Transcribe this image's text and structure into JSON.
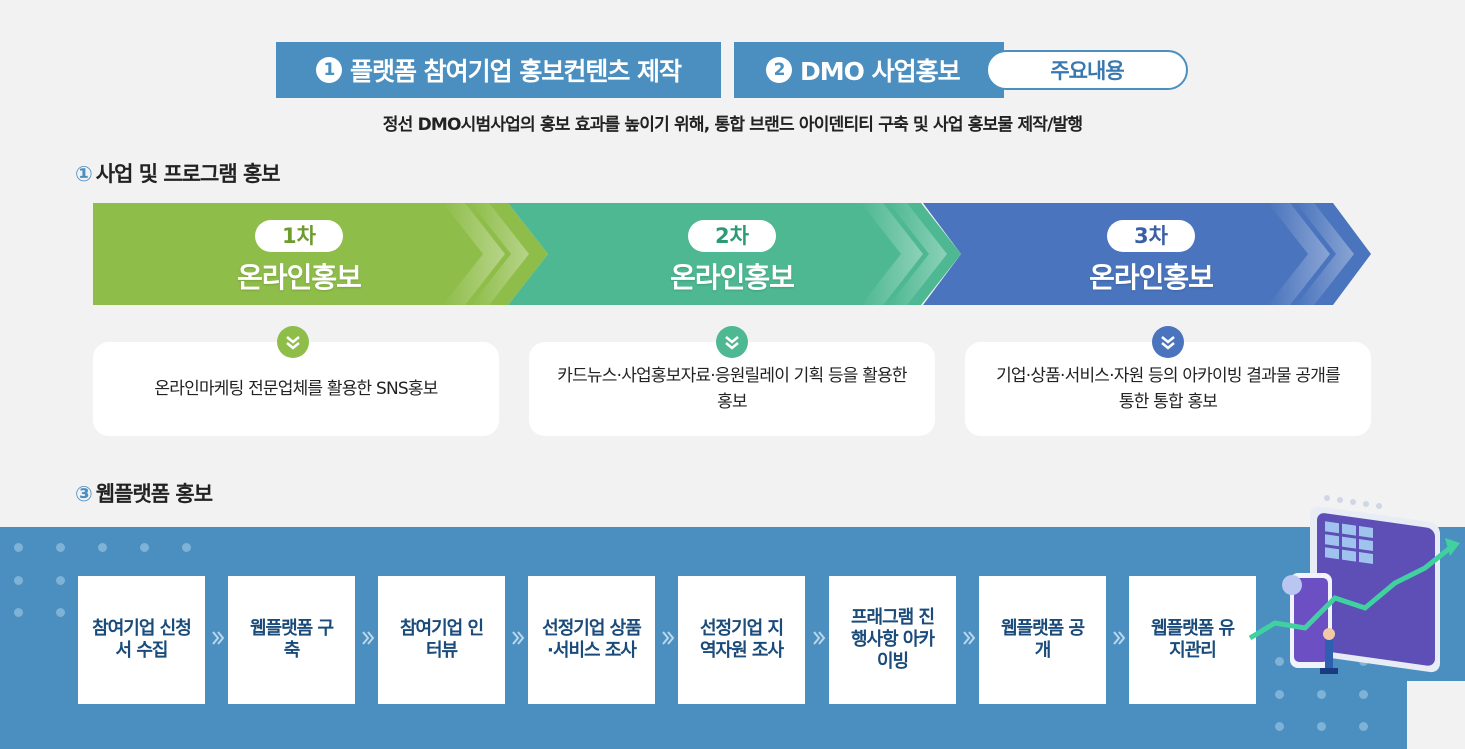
{
  "tabs": [
    {
      "num": "1",
      "label": "플랫폼 참여기업 홍보컨텐츠 제작"
    },
    {
      "num": "2",
      "label": "DMO 사업홍보"
    }
  ],
  "main_pill": "주요내용",
  "description": "정선 DMO시범사업의 홍보 효과를 높이기 위해, 통합 브랜드 아이덴티티 구축 및 사업 홍보물 제작/발행",
  "section1": {
    "num": "①",
    "title": "사업 및 프로그램 홍보"
  },
  "stages": [
    {
      "badge": "1차",
      "title": "온라인홍보",
      "color": "#8fbd4a",
      "desc": "온라인마케팅 전문업체를 활용한 SNS홍보"
    },
    {
      "badge": "2차",
      "title": "온라인홍보",
      "color": "#4eb893",
      "desc": "카드뉴스·사업홍보자료·응원릴레이 기획 등을 활용한 홍보"
    },
    {
      "badge": "3차",
      "title": "온라인홍보",
      "color": "#4a74bd",
      "desc": "기업·상품·서비스·자원 등의 아카이빙 결과물 공개를 통한 통합 홍보"
    }
  ],
  "section3": {
    "num": "③",
    "title": "웹플랫폼 홍보"
  },
  "process": [
    "참여기업 신청서 수집",
    "웹플랫폼 구축",
    "참여기업 인터뷰",
    "선정기업 상품·서비스 조사",
    "선정기업 지역자원 조사",
    "프래그램 진행사항 아카이빙",
    "웹플랫폼 공개",
    "웹플랫폼 유지관리"
  ],
  "colors": {
    "accent": "#4a8fc0",
    "green": "#8fbd4a",
    "teal": "#4eb893",
    "blue": "#4a74bd",
    "navy": "#1a4b7a"
  }
}
